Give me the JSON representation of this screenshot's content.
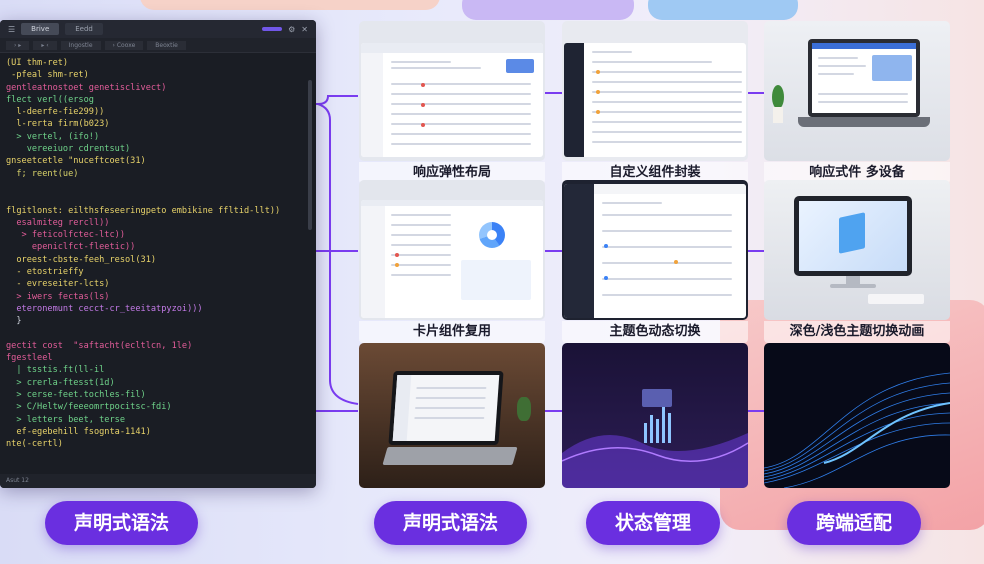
{
  "editor": {
    "tabs": [
      "Brive",
      "Eedd"
    ],
    "action_button": "",
    "sub_tabs": [
      "› ▸",
      "▸ ‹",
      "Ingostle",
      "› Cooxe",
      "Beoxtie"
    ],
    "status_text": "Asut  12",
    "code_lines": [
      {
        "t": "(UI thm-ret)",
        "c": "#e8d36a"
      },
      {
        "t": " -pfeal shm-ret)",
        "c": "#e8d36a"
      },
      {
        "t": "gentleatnostoet genetisclivect)",
        "c": "#e35d9a"
      },
      {
        "t": "flect verl((ersog",
        "c": "#6fd38a"
      },
      {
        "t": "  l-deerfe-fie299))",
        "c": "#e8d36a"
      },
      {
        "t": "  l-rerta firm(b023)",
        "c": "#e8d36a"
      },
      {
        "t": "  > vertel, (ifo!)",
        "c": "#6fd38a"
      },
      {
        "t": "    vereeiuor cdrentsut)",
        "c": "#6fd38a"
      },
      {
        "t": "gnseetcetle \"nuceftcoet(31)",
        "c": "#e8d36a"
      },
      {
        "t": "  f; reent(ue)",
        "c": "#d9d36a"
      },
      {
        "t": "",
        "c": "#fff"
      },
      {
        "t": "",
        "c": "#fff"
      },
      {
        "t": "flgitlonst: eilthsfeseeringpeto embikine ffltid-llt))",
        "c": "#e8d36a"
      },
      {
        "t": "  esalmiteg rercll))",
        "c": "#e35d9a"
      },
      {
        "t": "   > feticolfctec-ltc))",
        "c": "#e35d9a"
      },
      {
        "t": "     epeniclfct-fleetic))",
        "c": "#e35d9a"
      },
      {
        "t": "  oreest-cbste-feeh_resol(31)",
        "c": "#e8d36a"
      },
      {
        "t": "  - etostrieffy",
        "c": "#e8d36a"
      },
      {
        "t": "  - evreseiter-lcts)",
        "c": "#e8d36a"
      },
      {
        "t": "  > iwers fectas(ls)",
        "c": "#e35d9a"
      },
      {
        "t": "  eteronemunt cecct-cr_teeitatpyzoi)))",
        "c": "#c47be8"
      },
      {
        "t": "  }",
        "c": "#cfd3dc"
      },
      {
        "t": "",
        "c": "#fff"
      },
      {
        "t": "gectit cost  \"saftacht(ecltlcn, 1le)",
        "c": "#e35d9a"
      },
      {
        "t": "fgestleel",
        "c": "#e35d9a"
      },
      {
        "t": "  | tsstis.ft(ll-il",
        "c": "#6fd38a"
      },
      {
        "t": "  > crerla-ftesst(1d)",
        "c": "#6fd38a"
      },
      {
        "t": "  > cerse-feet.tochles-fil)",
        "c": "#6fd38a"
      },
      {
        "t": "  > C/Heltw/feeeomrtpocitsc-fdi)",
        "c": "#6fd38a"
      },
      {
        "t": "  > letters beet, terse",
        "c": "#6fd38a"
      },
      {
        "t": "  ef-egebehill fsognta-1141)",
        "c": "#e8d36a"
      },
      {
        "t": "nte(-certl)",
        "c": "#e8d36a"
      }
    ]
  },
  "tiles": [
    {
      "caption": "响应弹性布局"
    },
    {
      "caption": "自定义组件封装"
    },
    {
      "caption": "响应式件 多设备"
    },
    {
      "caption": "卡片组件复用"
    },
    {
      "caption": "主题色动态切换"
    },
    {
      "caption": "深色/浅色主题切换动画"
    }
  ],
  "pills": [
    "声明式语法",
    "声明式语法",
    "状态管理",
    "跨端适配"
  ],
  "colors": {
    "accent": "#6a2fe0",
    "connector": "#7a3cf0",
    "editor_bg": "#1a1d24"
  }
}
